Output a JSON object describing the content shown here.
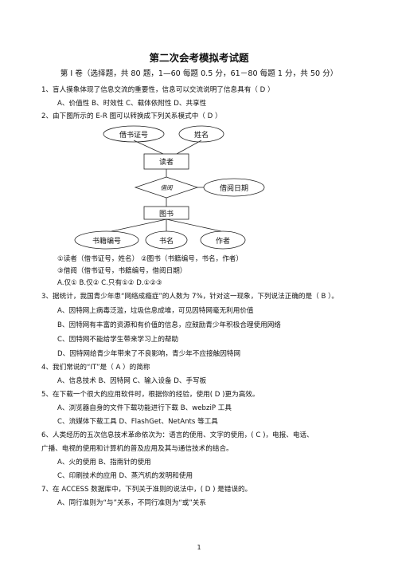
{
  "title": "第二次会考模拟考试题",
  "section_header": "第 I 卷（选择题，共 80 题，1—60 每题 0.5 分，61－80 每题 1 分，共 50 分）",
  "questions": [
    {
      "stem": "1、盲人摸象体现了信息交流的重要性，信息可以交流说明了信息具有（  D    ）",
      "options_line": "A、价值性        B、时效性      C、载体依附性      D、共享性"
    },
    {
      "stem": "2、由下图所示的 E-R 图可以转换成下列关系模式中（  D   ）",
      "er": {
        "entity_reader": "读者",
        "attr_card": "借书证号",
        "attr_name": "姓名",
        "relation": "借阅",
        "attr_date": "借阅日期",
        "entity_book": "图书",
        "attr_bookno": "书籍编号",
        "attr_title": "书名",
        "attr_author": "作者"
      },
      "schema_line1": "①读者（借书证号，姓名）       ②图书（书籍编号，书名，作者）",
      "schema_line2": "③借阅（借书证号，书籍编号，借阅日期）",
      "options_line": "A.仅①             B.仅②        C.只有①②          D.①②③"
    },
    {
      "stem": "3、据统计，我国青少年患“网络成瘾症”的人数为 7%，针对这一现象，下列说法正确的是（   B   ）。",
      "options": [
        "A、因特网上病毒泛滥，垃圾信息成堆，可见因特网毫无利用价值",
        "B、因特网有丰富的资源和有价值的信息，应鼓励青少年积极合理使用网络",
        "C、因特网不能给学生带来学习上的帮助",
        "D、因特网给青少年带来了不良影响，青少年不应接触因特网"
      ]
    },
    {
      "stem": "4、我们常说的“IT”是（  A    ）的简称",
      "options_line": "A、信息技术        B、因特网          C、输入设备       D、手写板"
    },
    {
      "stem": "5、在下载一个很大的应用软件时，根据你的经验，使用( D  )更为高效。",
      "options_line1": "A、浏览器自身的文件下载功能进行下载       B、webziP 工具",
      "options_line2": "C、流媒体下载工具                         D、FlashGet、NetAnts 等工具"
    },
    {
      "stem_line1": "6、人类经历的五次信息技术革命依次为：语言的使用、文字的使用，(   C   )，电报、电话、",
      "stem_line2": "广播、电视的使用和计算机的普及应用及其与通信技术的结合。",
      "options_line1": "A、火的使用                       B、指南针的使用",
      "options_line2": "C、印刷技术的应用                 D、蒸汽机的发明和使用"
    },
    {
      "stem": "7、在 ACCESS 数据库中，下列关于准则的说法中，(  D   ) 是错误的。",
      "options": [
        "A、同行准则为“与”关系，不同行准则为“或”关系"
      ]
    }
  ],
  "page_number": "1"
}
